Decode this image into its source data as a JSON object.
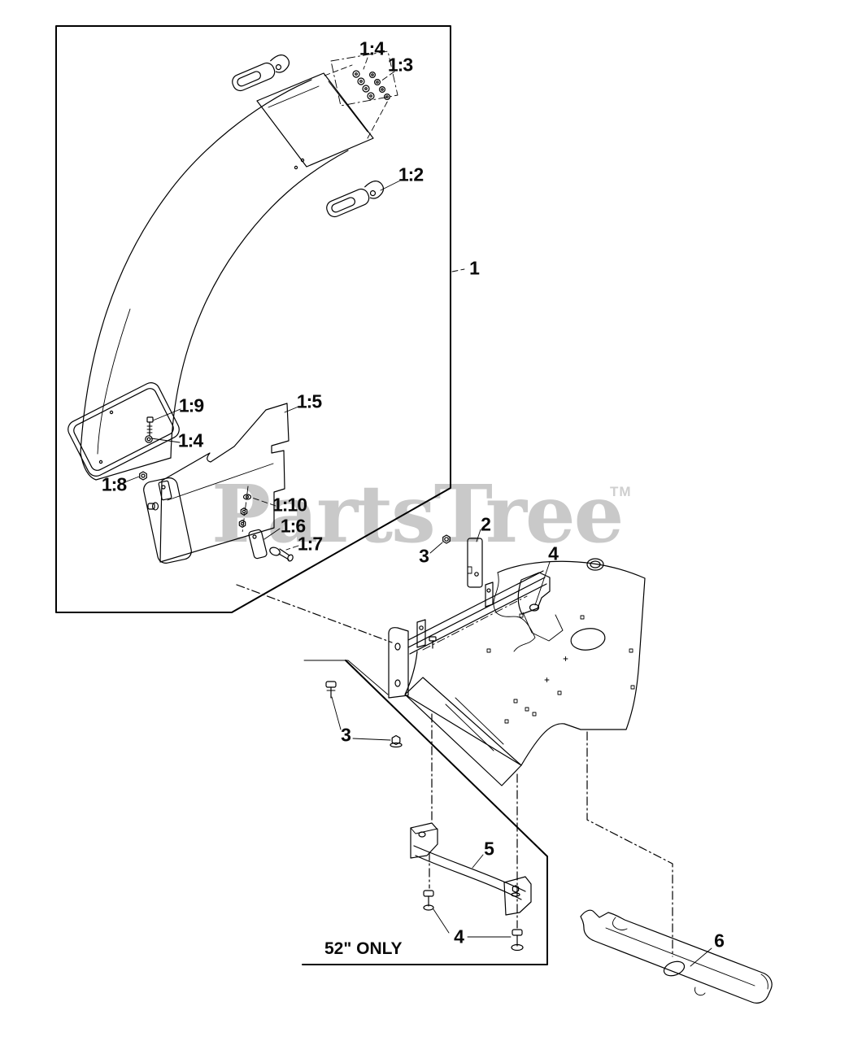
{
  "watermark": {
    "text": "PartsTree",
    "tm": "TM"
  },
  "note_52_only": "52\" ONLY",
  "callouts": [
    "1:4",
    "1:3",
    "1:2",
    "1",
    "1:9",
    "1:4",
    "1:8",
    "1:5",
    "1:10",
    "1:6",
    "1:7",
    "2",
    "3",
    "4",
    "3",
    "5",
    "4",
    "6"
  ],
  "colors": {
    "line": "#000000",
    "background": "#ffffff",
    "watermark": "#c9c9c9"
  }
}
